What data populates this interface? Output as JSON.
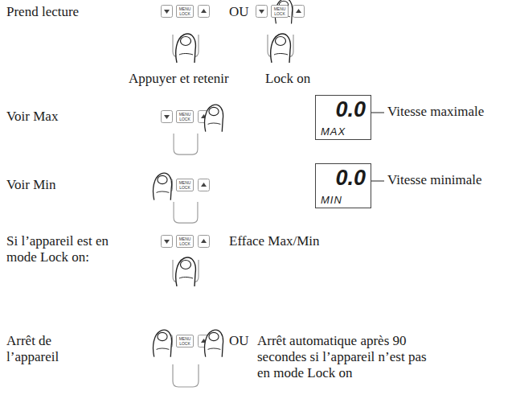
{
  "diagram": {
    "nodes": [
      {
        "text": [
          "MENU LOCK"
        ]
      },
      {
        "text": [
          "MENU LOCK"
        ]
      },
      {
        "text": [
          "MENU LOCK"
        ]
      },
      {
        "text": [
          "0.0",
          "MAX"
        ]
      },
      {
        "text": [
          "MENU LOCK"
        ]
      },
      {
        "text": [
          "0.0",
          "MIN"
        ]
      },
      {
        "text": [
          "MENU LOCK"
        ]
      },
      {
        "text": [
          "MENU LOCK"
        ]
      }
    ],
    "labels": [
      "Prend lecture",
      "OU",
      "Appuyer et retenir",
      "Lock on",
      "Voir Max",
      "Vitesse maximale",
      "Voir Min",
      "Vitesse minimale",
      "Si l’appareil est en mode Lock on:",
      "Efface Max/Min",
      "Arrêt de l’appareil",
      "OU",
      "Arrêt automatique après 90 secondes si l’appareil n’est pas en mode Lock on"
    ]
  }
}
